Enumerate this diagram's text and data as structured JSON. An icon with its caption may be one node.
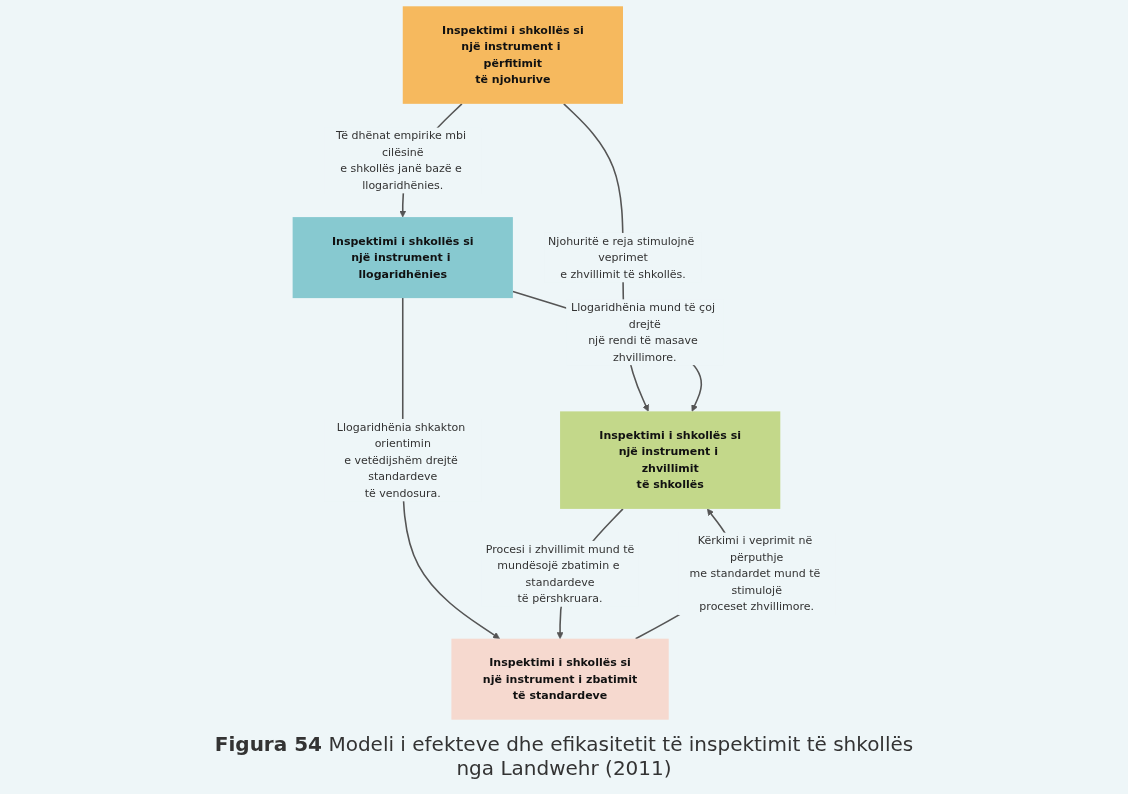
{
  "diagram": {
    "caption": "**Figura 54** Modeli i efekteve dhe efikasitetit të inspektimit të shkollës nga Landwehr (2011)",
    "nodes": [
      {
        "text": [
          "Inspektimi i shkollës si një instrument i përfitimit të njohurive"
        ]
      },
      {
        "text": [
          "Inspektimi i shkollës si një instrument i llogaridhënies"
        ]
      },
      {
        "text": [
          "Inspektimi i shkollës si një instrument i zhvillimit të shkollës"
        ]
      },
      {
        "text": [
          "Inspektimi i shkollës si një instrument i zbatimit të standardeve"
        ]
      }
    ],
    "edges": [
      {
        "from": 0,
        "to": 1,
        "arrow": "to",
        "label": "Të dhënat empirike mbi cilësinë e shkollës janë bazë e llogaridhënies."
      },
      {
        "from": 0,
        "to": 2,
        "arrow": "to",
        "label": "Njohuritë e reja stimulojnë veprimet e zhvillimit të shkollës."
      },
      {
        "from": 1,
        "to": 2,
        "arrow": "to",
        "label": "Llogaridhënia mund të çoj drejtë një rendi të masave zhvillimore."
      },
      {
        "from": 1,
        "to": 3,
        "arrow": "to",
        "label": "Llogaridhënia shkakton orientimin e vetëdijshëm drejtë standardeve të vendosura."
      },
      {
        "from": 3,
        "to": 2,
        "arrow": "to",
        "label": "Kërkimi i veprimit në përputhje me standardet mund të stimulojë proceset zhvillimore."
      },
      {
        "from": 2,
        "to": 3,
        "arrow": "to",
        "label": "Procesi i zhvillimit mund të mundësojë zbatimin e standardeve të përshkruara."
      }
    ]
  }
}
